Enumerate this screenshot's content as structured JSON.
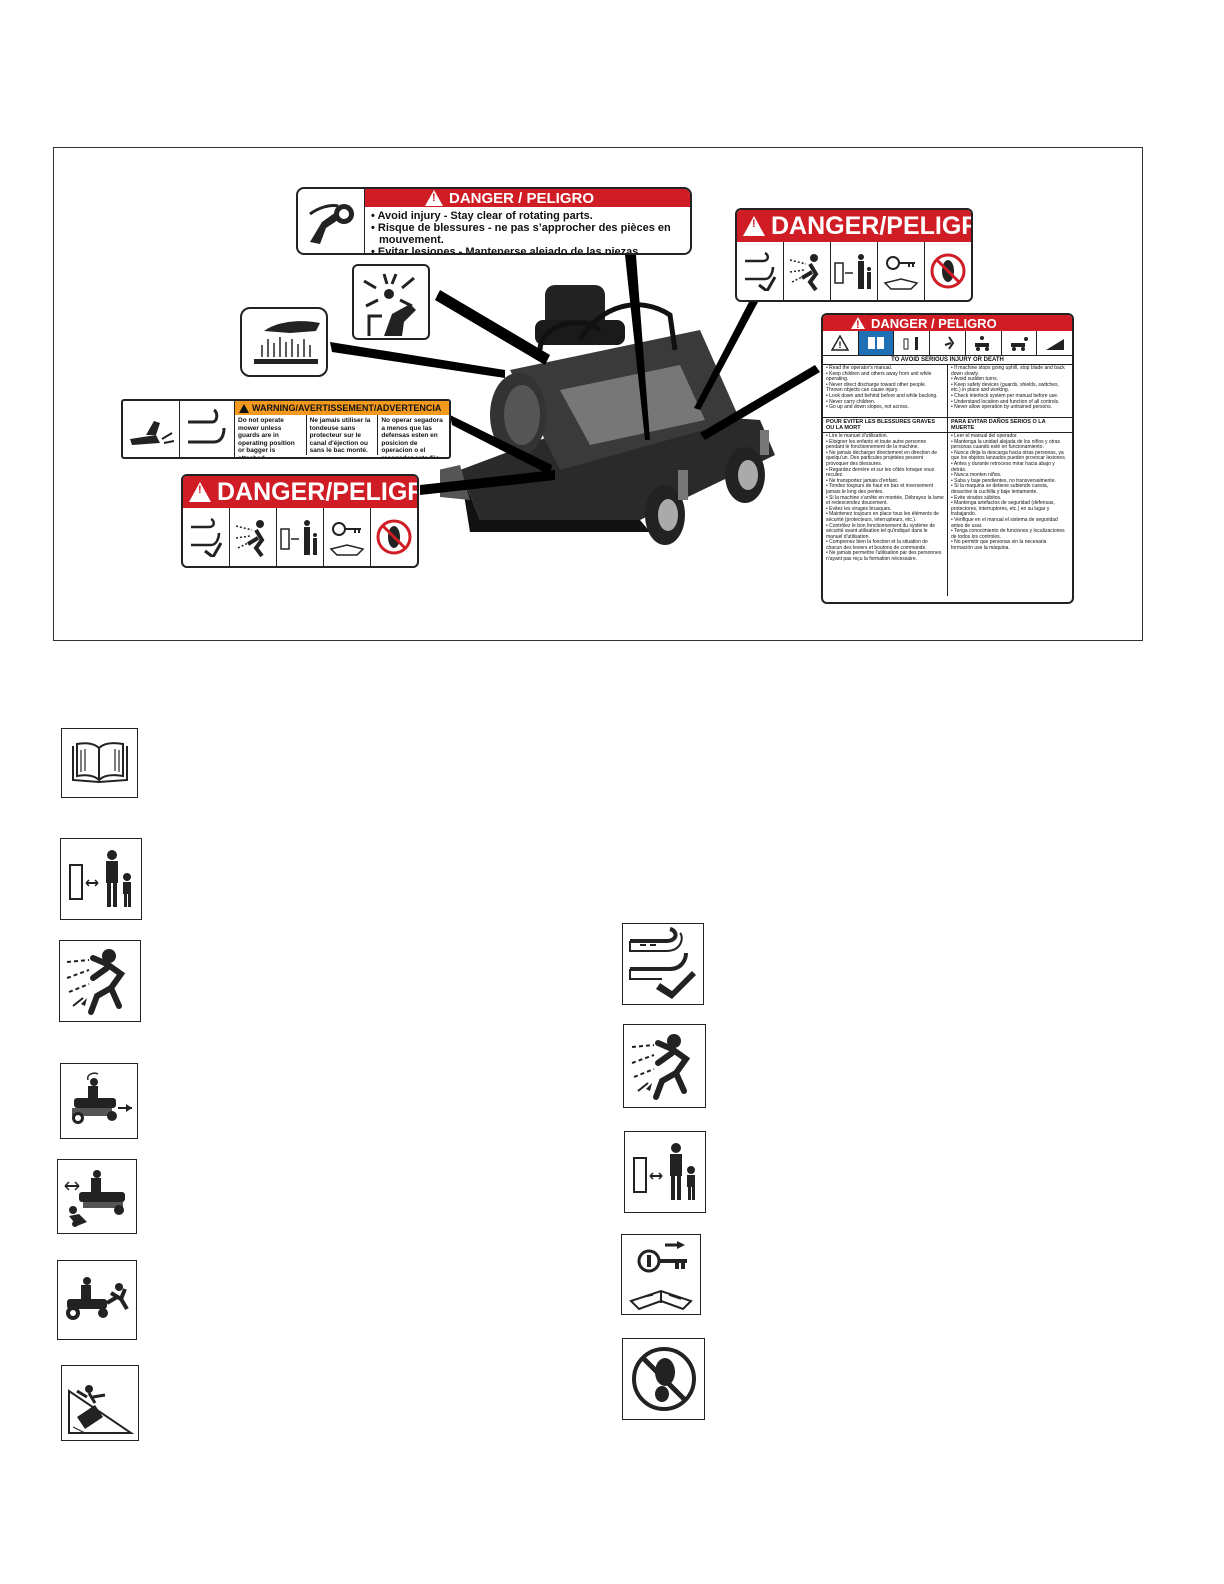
{
  "decal_rotating": {
    "header": "DANGER / PELIGRO",
    "lines": [
      "• Avoid injury - Stay clear of rotating parts.",
      "• Risque de blessures - ne pas s’approcher des pièces en",
      "mouvement.",
      "• Evitar lesiones - Mantenerse alejado de las piezas giratorias."
    ]
  },
  "decal_danger_top": {
    "header": "DANGER/PELIGRO"
  },
  "decal_danger_bottom": {
    "header": "DANGER/PELIGRO"
  },
  "decal_warning": {
    "header": "WARNING/AVERTISSEMENT/ADVERTENCIA",
    "col_en": "Do not operate mower unless guards are in operating position or bagger is attached.",
    "col_fr": "Ne jamais utiliser la tondeuse sans protecteur sur le canal d'éjection ou sans le bac monté.",
    "col_es": "No operar segadora a menos que las defensas esten en posicion de operacion o el recogedor este fijo."
  },
  "decal_large": {
    "header": "DANGER / PELIGRO",
    "subheader": "TO AVOID SERIOUS INJURY OR DEATH",
    "en_left": [
      "• Read the operator's manual.",
      "• Keep children and others away from unit while operating.",
      "• Never direct discharge toward other people. Thrown objects can cause injury.",
      "• Look down and behind before and while backing.",
      "• Never carry children.",
      "• Go up and down slopes, not across."
    ],
    "en_right": [
      "• If machine stops going uphill, stop blade and back down slowly.",
      "• Avoid sudden turns.",
      "• Keep safety devices (guards, shields, switches, etc.) in place and working.",
      "• Check interlock system per manual before use.",
      "• Understand location and function of all controls.",
      "• Never allow operation by untrained persons."
    ],
    "fr_head": "POUR EVITER LES BLESSURES GRAVES OU LA MORT",
    "es_head": "PARA EVITAR DAÑOS SERIOS O LA MUERTE",
    "fr_lines": [
      "• Lire le manuel d'utilisation.",
      "• Eloigner les enfants et toute autre personne pendant le fonctionnement de la machine.",
      "• Ne jamais décharger directement en direction de quelqu'un. Des particules projetées peuvent provoquer des blessures.",
      "• Regardez derrière et sur les côtés lorsque vous reculez.",
      "• Ne transportez jamais d'enfant.",
      "• Tondez toujours de haut en bas et inversement jamais le long des pentes.",
      "• Si la machine s'arrête en montée, Débrayez la lame et redescendez doucement.",
      "• Evitez les virages brusques.",
      "• Maintenez toujours en place tous les éléments de sécurité (protecteurs, interrupteurs, etc.).",
      "• Contrôlez le bon fonctionnement du système de sécurité avant utilisation tel qu'indiqué dans le manuel d'utilisation.",
      "• Comprenez bien la fonction et la situation de chacun des leviers et boutons de commande.",
      "• Ne jamais permettre l'utilisation par des personnes n'ayant pas reçu la formation nécessaire."
    ],
    "es_lines": [
      "• Leer el manual del operador.",
      "• Mantenga la unidad alejada de los niños y otras personas cuando esté en funcionamiento.",
      "• Nunca dirija la descarga hacia otras personas, ya que los objetos lanzados pueden provocar lesiones.",
      "• Antes y durante retroceso mirar hacia abajo y detrás.",
      "• Nunca monten niños.",
      "• Suba y baje pendientes, no transversalmente.",
      "• Si la maquina se detiene subiendo cuesta, desactive la cuchilla y baje lentamente.",
      "• Evite virados súbitos.",
      "• Mantenga artefactos de seguridad (defensas, protectores, interruptores, etc.) en su lugar y trabajando.",
      "• Verifique en el manual el sistema de seguridad antes de usar.",
      "• Tenga conocimiento de funciones y localizaciones de todos los controles.",
      "• No permitir que personas sin la necesaria formación use la máquina."
    ]
  },
  "symbols": {
    "left": [
      {
        "icon": "operator-manual-icon"
      },
      {
        "icon": "keep-bystanders-away-icon"
      },
      {
        "icon": "thrown-objects-icon"
      },
      {
        "icon": "look-behind-when-backing-icon"
      },
      {
        "icon": "no-children-near-mower-icon"
      },
      {
        "icon": "no-passengers-icon"
      },
      {
        "icon": "slope-rollover-icon"
      }
    ],
    "right": [
      {
        "icon": "discharge-guard-icon"
      },
      {
        "icon": "thrown-objects-icon"
      },
      {
        "icon": "keep-bystanders-away-icon"
      },
      {
        "icon": "remove-key-before-service-icon"
      },
      {
        "icon": "no-step-icon"
      }
    ]
  },
  "colors": {
    "danger_red": "#d01c24",
    "warning_orange": "#f39a1e"
  }
}
